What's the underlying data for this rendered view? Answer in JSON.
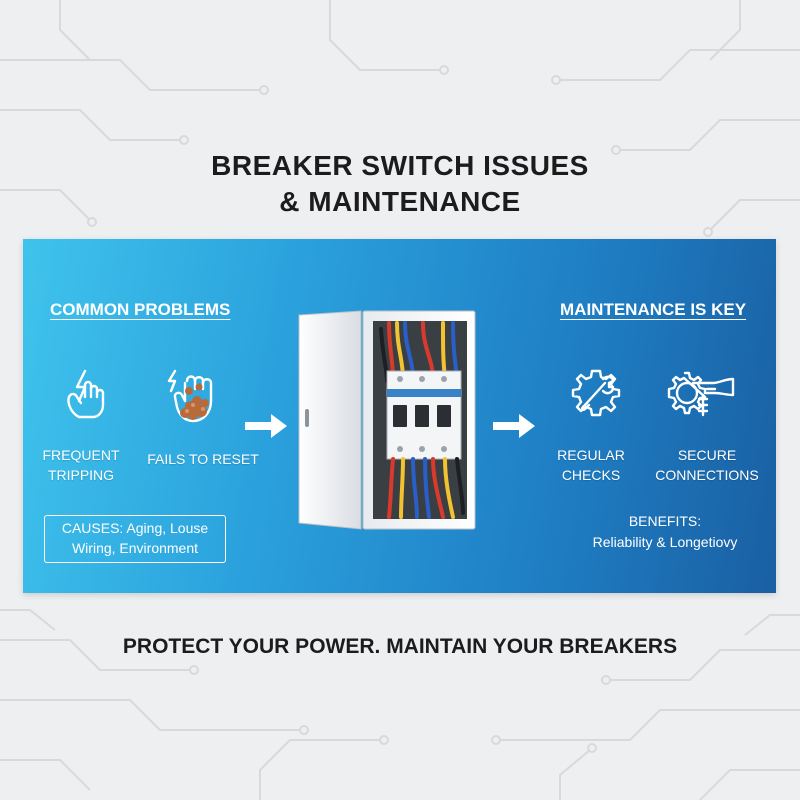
{
  "title": {
    "line1": "BREAKER SWITCH ISSUES",
    "line2": "& MAINTENANCE"
  },
  "problems": {
    "heading": "COMMON PROBLEMS",
    "items": [
      {
        "label_line1": "FREQUENT",
        "label_line2": "TRIPPING",
        "icon": "hand-lightning-icon"
      },
      {
        "label_line1": "FAILS TO RESET",
        "label_line2": "",
        "icon": "corroded-hand-icon"
      }
    ],
    "causes_line1": "CAUSES: Aging, Louse",
    "causes_line2": "Wiring, Environment"
  },
  "maintenance": {
    "heading": "MAINTENANCE IS KEY",
    "items": [
      {
        "label_line1": "REGULAR",
        "label_line2": "CHECKS",
        "icon": "gear-wrench-icon"
      },
      {
        "label_line1": "SECURE",
        "label_line2": "CONNECTIONS",
        "icon": "gear-hand-screw-icon"
      }
    ],
    "benefits_line1": "BENEFITS:",
    "benefits_line2": "Reliability & Longetiovy"
  },
  "tagline": "PROTECT YOUR POWER. MAINTAIN YOUR BREAKERS",
  "colors": {
    "banner_start": "#3fc3ec",
    "banner_end": "#1a5fa3",
    "text_dark": "#1c1c1c",
    "wire_red": "#d93a2b",
    "wire_yellow": "#f2c230",
    "wire_blue": "#2a5fc9"
  }
}
